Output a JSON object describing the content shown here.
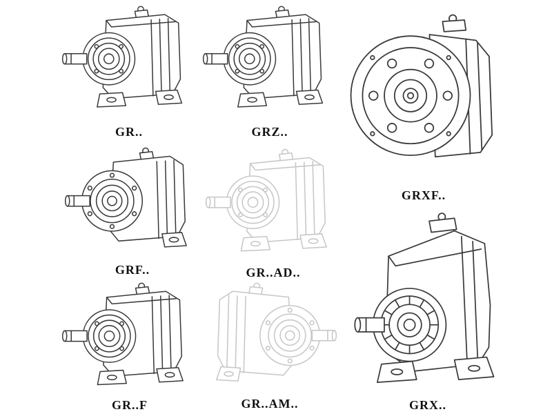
{
  "page": {
    "background": "#ffffff"
  },
  "colors": {
    "ink": "#3a3a3a",
    "ghost": "#c6c6c6",
    "label": "#111111"
  },
  "models": [
    {
      "id": "gr",
      "label": "GR..",
      "variant": "helical-gear-unit-foot-mounted",
      "tone": "solid"
    },
    {
      "id": "grz",
      "label": "GRZ..",
      "variant": "helical-gear-unit-foot-mounted",
      "tone": "solid"
    },
    {
      "id": "grxf",
      "label": "GRXF..",
      "variant": "helical-gear-unit-flange-mounted-front",
      "tone": "solid"
    },
    {
      "id": "grf",
      "label": "GRF..",
      "variant": "helical-gear-unit-flange-and-foot",
      "tone": "solid"
    },
    {
      "id": "gr-ad",
      "label": "GR..AD..",
      "variant": "helical-gear-unit-input-adapter",
      "tone": "ghost"
    },
    {
      "id": "gr-f",
      "label": "GR..F",
      "variant": "helical-gear-unit-foot-mounted",
      "tone": "solid"
    },
    {
      "id": "gr-am",
      "label": "GR..AM..",
      "variant": "helical-gear-unit-motor-adapter",
      "tone": "ghost"
    },
    {
      "id": "grx",
      "label": "GRX..",
      "variant": "helical-gear-unit-large-foot-mounted",
      "tone": "solid"
    }
  ]
}
